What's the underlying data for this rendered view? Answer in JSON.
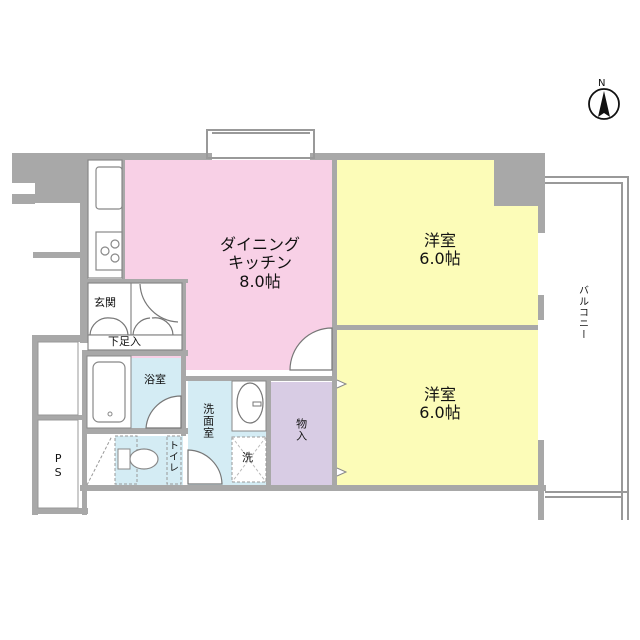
{
  "compass": {
    "label": "N"
  },
  "rooms": {
    "dk": {
      "line1": "ダイニング",
      "line2": "キッチン",
      "size": "8.0帖",
      "color": "#f8d0e6"
    },
    "western1": {
      "line1": "洋室",
      "size": "6.0帖",
      "color": "#fcfcb8"
    },
    "western2": {
      "line1": "洋室",
      "size": "6.0帖",
      "color": "#fcfcb8"
    },
    "entrance": {
      "label": "玄関"
    },
    "shoe_box": {
      "label": "下足入"
    },
    "bath": {
      "label": "浴室",
      "color": "#d4ecf4"
    },
    "washroom": {
      "label": "洗面室",
      "color": "#d4ecf4"
    },
    "washer": {
      "label": "洗"
    },
    "toilet": {
      "label": "トイレ",
      "color": "#d4ecf4"
    },
    "storage": {
      "label": "物入",
      "color": "#d8cce4"
    },
    "ps": {
      "label": "PS"
    },
    "balcony": {
      "label": "バルコニー"
    }
  },
  "colors": {
    "wall": "#a8a8a8",
    "line": "#808080"
  }
}
